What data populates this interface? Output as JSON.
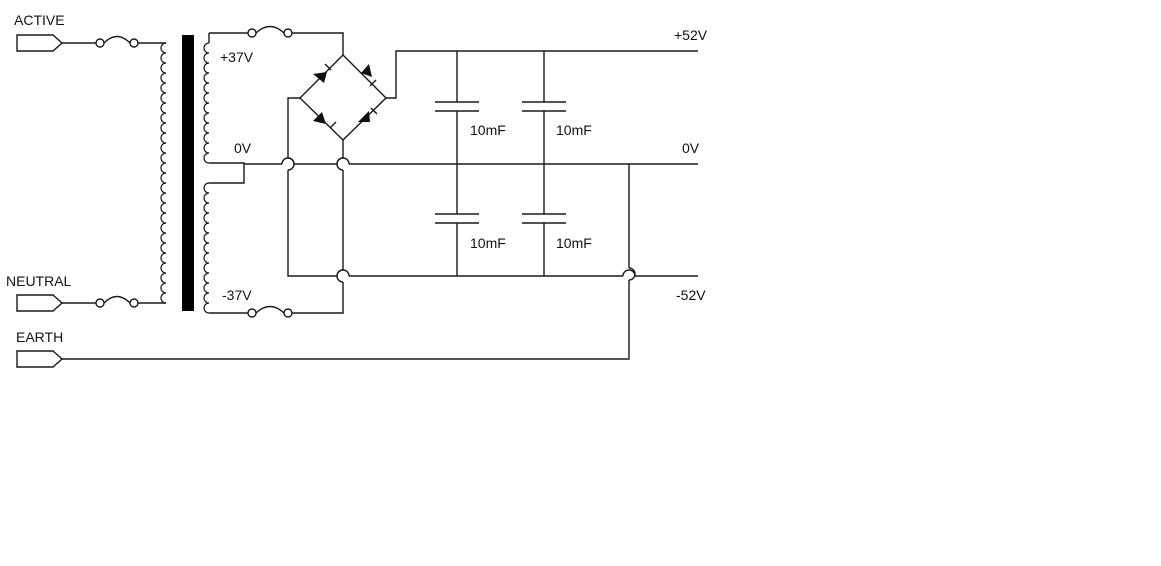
{
  "inputs": {
    "active": "ACTIVE",
    "neutral": "NEUTRAL",
    "earth": "EARTH"
  },
  "secondary": {
    "top_tap": "+37V",
    "center_tap": "0V",
    "bottom_tap": "-37V"
  },
  "capacitors": {
    "c1": "10mF",
    "c2": "10mF",
    "c3": "10mF",
    "c4": "10mF"
  },
  "outputs": {
    "positive": "+52V",
    "ground": "0V",
    "negative": "-52V"
  },
  "colors": {
    "line": "#1a1a1a",
    "core": "#000000",
    "background": "#ffffff"
  }
}
